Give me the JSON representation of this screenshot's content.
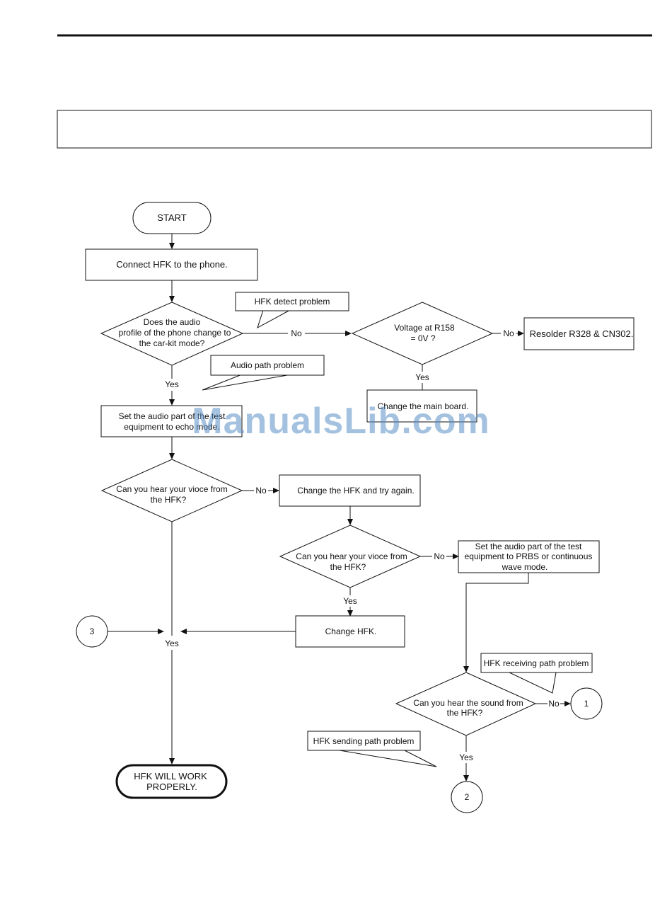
{
  "watermark": "ManualsLib.com",
  "header_box_text": "",
  "nodes": {
    "start": "START",
    "connect": "Connect HFK to the phone.",
    "decision_profile": [
      "Does the audio",
      "profile of the phone change to",
      "the car-kit mode?"
    ],
    "decision_voltage": [
      "Voltage at R158",
      "= 0V ?"
    ],
    "resolder": "Resolder R328 & CN302.",
    "change_main_board": "Change the main board.",
    "set_echo": [
      "Set the audio part of the test",
      "equipment to echo mode."
    ],
    "decision_voice1": [
      "Can you hear your vioce from",
      "the HFK?"
    ],
    "change_hfk_try": "Change the HFK and try again.",
    "decision_voice2": [
      "Can you hear your vioce from",
      "the HFK?"
    ],
    "set_prbs": [
      "Set the audio part of the test",
      "equipment to PRBS or continuous",
      "wave mode."
    ],
    "change_hfk": "Change HFK.",
    "decision_sound": [
      "Can you hear the sound from",
      "the HFK?"
    ],
    "end": [
      "HFK WILL WORK",
      "PROPERLY."
    ],
    "conn1": "1",
    "conn2": "2",
    "conn3": "3"
  },
  "callouts": {
    "hfk_detect": "HFK detect problem",
    "audio_path": "Audio path problem",
    "hfk_receiving": "HFK receiving path problem",
    "hfk_sending": "HFK sending path problem"
  },
  "labels": {
    "no": "No",
    "yes": "Yes"
  }
}
